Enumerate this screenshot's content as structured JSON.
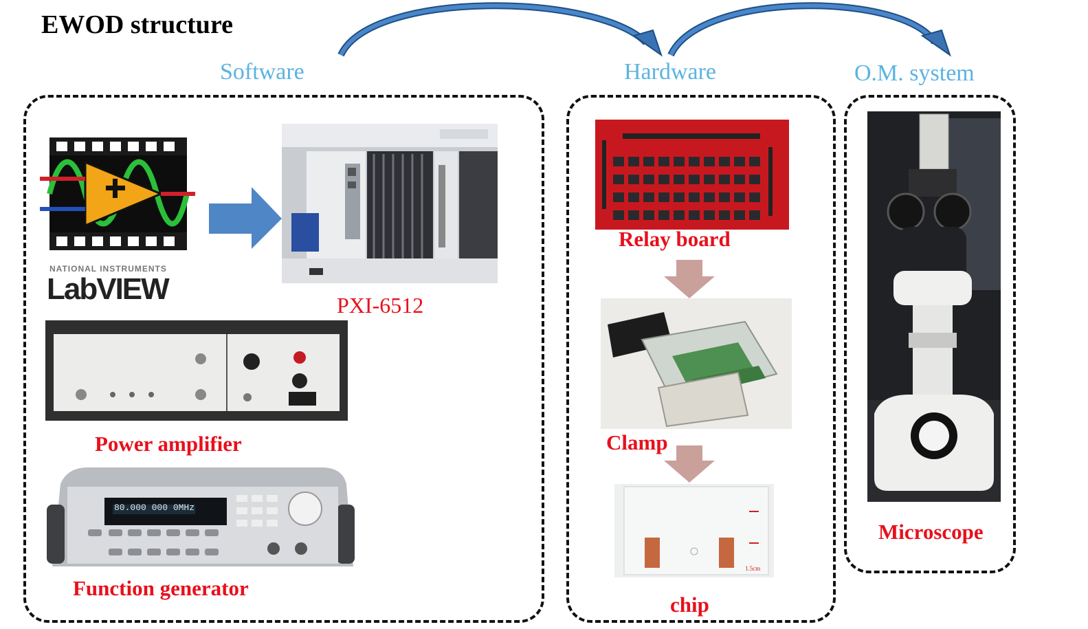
{
  "title": "EWOD structure",
  "sections": {
    "software": "Software",
    "hardware": "Hardware",
    "om_system": "O.M. system"
  },
  "labels": {
    "pxi": "PXI-6512",
    "power_amplifier": "Power amplifier",
    "function_generator": "Function generator",
    "relay_board": "Relay board",
    "clamp": "Clamp",
    "chip": "chip",
    "microscope": "Microscope"
  },
  "image_text": {
    "labview_brand": "NATIONAL INSTRUMENTS",
    "labview_name": "LabVIEW",
    "fg_display": "80.000 000 0MHz",
    "chip_scale": "1.5cm"
  },
  "colors": {
    "section_label": "#5bb3e0",
    "red_label": "#e8101c",
    "flow_arrow": "#4a86c8",
    "down_arrow": "#c9a09a"
  }
}
